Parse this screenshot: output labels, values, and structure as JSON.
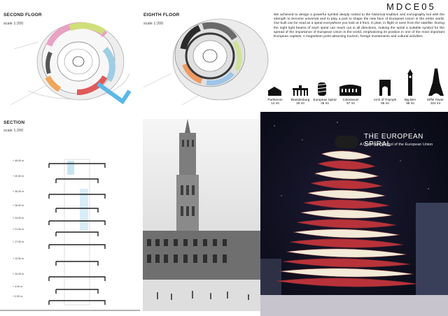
{
  "project_code": "MDCE05",
  "plans": [
    {
      "title": "SECOND FLOOR",
      "scale": "scale 1:200"
    },
    {
      "title": "EIGHTH FLOOR",
      "scale": "scale 1:200"
    }
  ],
  "section": {
    "title": "SECTION",
    "scale": "scale 1:200",
    "levels": [
      "+ 45.00 m",
      "+ 40.50 m",
      "+ 36.00 m",
      "+ 28.00 m",
      "+ 24.00 m",
      "+ 21.00 m",
      "+ 17.50 m",
      "+ 13.50 m",
      "+ 10.00 m",
      "+ 4.00 m",
      "+ 0.00 m"
    ]
  },
  "description": "We achieved to design a powerful symbol deeply rooted to the historical tradition and iconography but with the strength to become universal and to play a part to shape the new face of European Union in the entire world. Our built can be read as a spiral everywhere you look at it from, in plan, in flight or seen from the satellite. During the night light beams of each spiral can reach out in all directions, making the spiral a suitable symbol for the spread of the importance of European Union in the world, emphasizing its position in one of the most important European capitals. A magnetism point attracting tourism, foreign investments and cultural activities.",
  "landmarks": [
    {
      "name": "Parthenon",
      "height": "14 mt"
    },
    {
      "name": "Brandenburg",
      "height": "26 mt"
    },
    {
      "name": "European Spiral",
      "height": "45 mt"
    },
    {
      "name": "Colosseum",
      "height": "57 mt"
    },
    {
      "name": "Arch of Triumph",
      "height": "65 mt"
    },
    {
      "name": "Big Ben",
      "height": "96 mt"
    },
    {
      "name": "Eiffel Tower",
      "height": "324 mt"
    }
  ],
  "render": {
    "title": "THE EUROPEAN SPIRAL",
    "subtitle": "A Universal Symbol of the European Union"
  },
  "colors": {
    "bg": "#ffffff",
    "night_sky": "#070a1c",
    "spiral_red": "#b8323a",
    "spiral_cream": "#f3ead8",
    "plan_grey": "#d9d9d9"
  }
}
